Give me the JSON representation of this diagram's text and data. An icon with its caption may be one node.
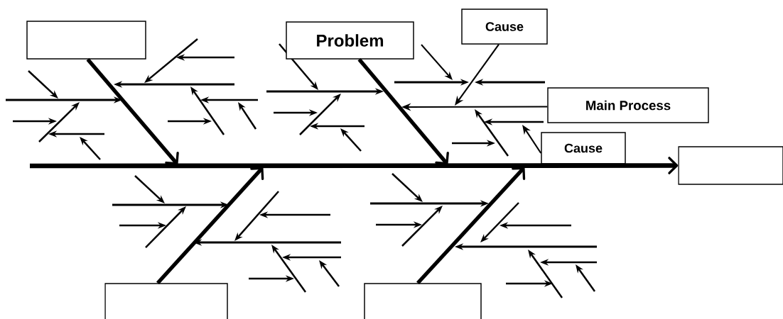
{
  "diagram": {
    "nodes": [
      {
        "text": [],
        "shape": "box"
      },
      {
        "text": [
          "Problem"
        ]
      },
      {
        "text": [
          "Cause"
        ]
      },
      {
        "text": [
          "Main Process"
        ]
      },
      {
        "text": [
          "Cause"
        ]
      },
      {
        "text": [],
        "shape": "box"
      },
      {
        "text": [],
        "shape": "box"
      },
      {
        "text": [],
        "shape": "box"
      }
    ],
    "edges": [
      {
        "from": null,
        "to": 5,
        "arrow": "to"
      },
      {
        "from": 0,
        "to": null,
        "arrow": "to"
      },
      {
        "from": 1,
        "to": null,
        "arrow": "to"
      },
      {
        "from": 2,
        "to": null,
        "arrow": "to"
      },
      {
        "from": 3,
        "to": null,
        "arrow": "to"
      },
      {
        "from": 4,
        "to": null,
        "arrow": "to"
      },
      {
        "from": 6,
        "to": null,
        "arrow": "to"
      },
      {
        "from": 7,
        "to": null,
        "arrow": "to"
      }
    ]
  }
}
